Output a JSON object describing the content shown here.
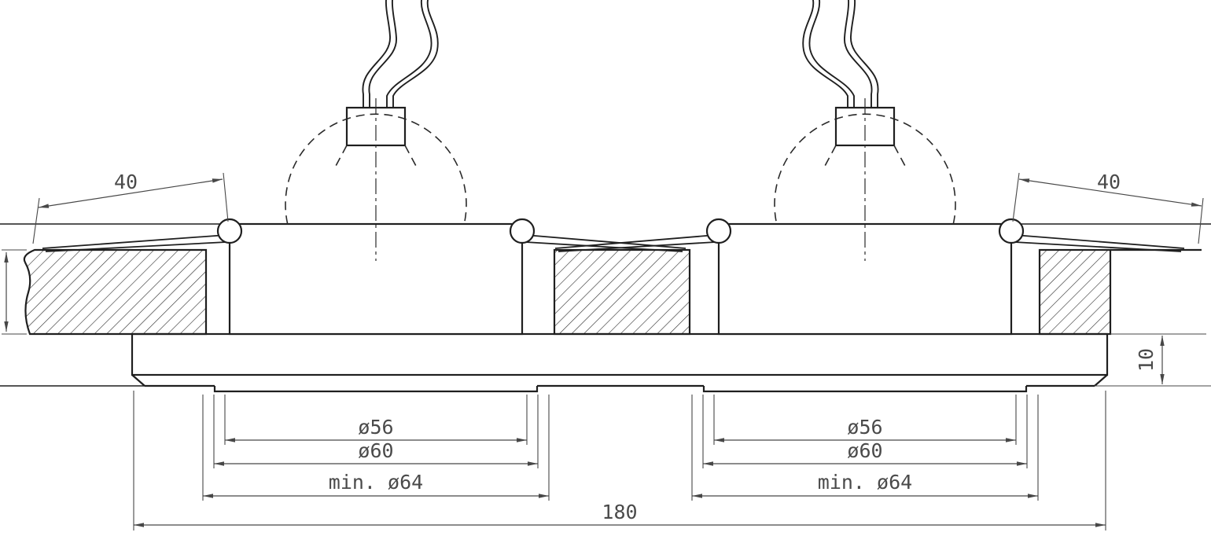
{
  "drawing": {
    "colors": {
      "background": "#ffffff",
      "object_line": "#1f1f1f",
      "dimension_line": "#474747",
      "text": "#4a4a4a"
    },
    "dimensions": {
      "left_clip_span": "40",
      "right_clip_span": "40",
      "overall_width": "180",
      "trim_depth": "10",
      "left_lamp": {
        "inner_diameter": "ø56",
        "outer_diameter": "ø60",
        "min_cutout": "min. ø64"
      },
      "right_lamp": {
        "inner_diameter": "ø56",
        "outer_diameter": "ø60",
        "min_cutout": "min. ø64"
      }
    }
  }
}
